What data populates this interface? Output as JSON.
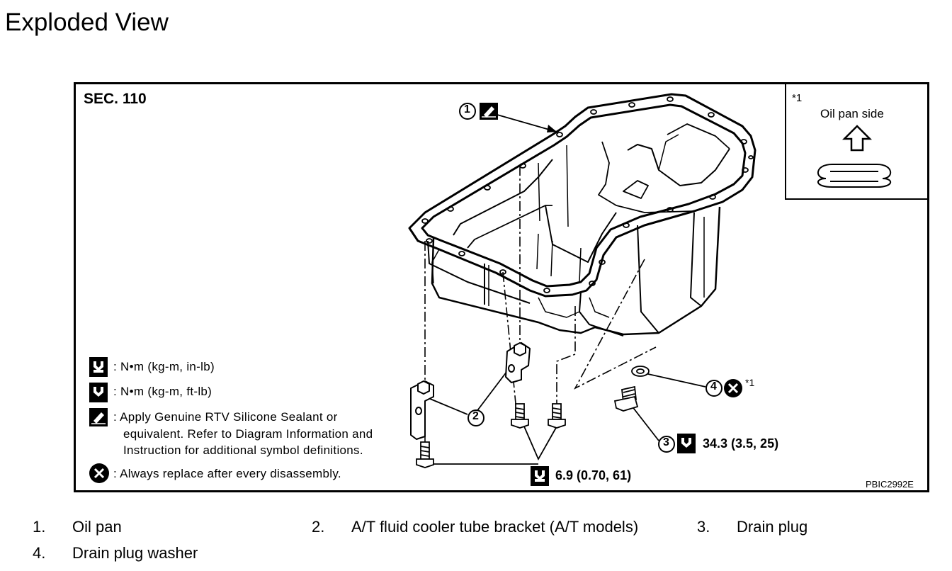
{
  "page": {
    "title": "Exploded View"
  },
  "diagram": {
    "section": "SEC. 110",
    "inset": {
      "ref": "*1",
      "caption": "Oil pan side"
    },
    "legend": [
      {
        "icon": "torque-wrench-in-lb-icon",
        "text": ": N•m (kg-m, in-lb)"
      },
      {
        "icon": "torque-wrench-ft-lb-icon",
        "text": ": N•m (kg-m, ft-lb)"
      },
      {
        "icon": "sealant-icon",
        "text_lines": [
          ": Apply Genuine RTV Silicone Sealant or",
          "equivalent. Refer to Diagram Information and",
          "Instruction for additional symbol definitions."
        ]
      },
      {
        "icon": "replace-icon",
        "text": ": Always replace after every disassembly."
      }
    ],
    "callouts": {
      "c1": "1",
      "c2": "2",
      "c3": "3",
      "c4": "4",
      "c4_ref": "*1",
      "drain_plug_torque": "34.3 (3.5, 25)",
      "bolt_torque": "6.9 (0.70, 61)"
    },
    "code": "PBIC2992E"
  },
  "parts": [
    {
      "num": "1.",
      "name": "Oil pan"
    },
    {
      "num": "2.",
      "name": "A/T fluid cooler tube bracket (A/T models)"
    },
    {
      "num": "3.",
      "name": "Drain plug"
    },
    {
      "num": "4.",
      "name": "Drain plug washer"
    }
  ]
}
